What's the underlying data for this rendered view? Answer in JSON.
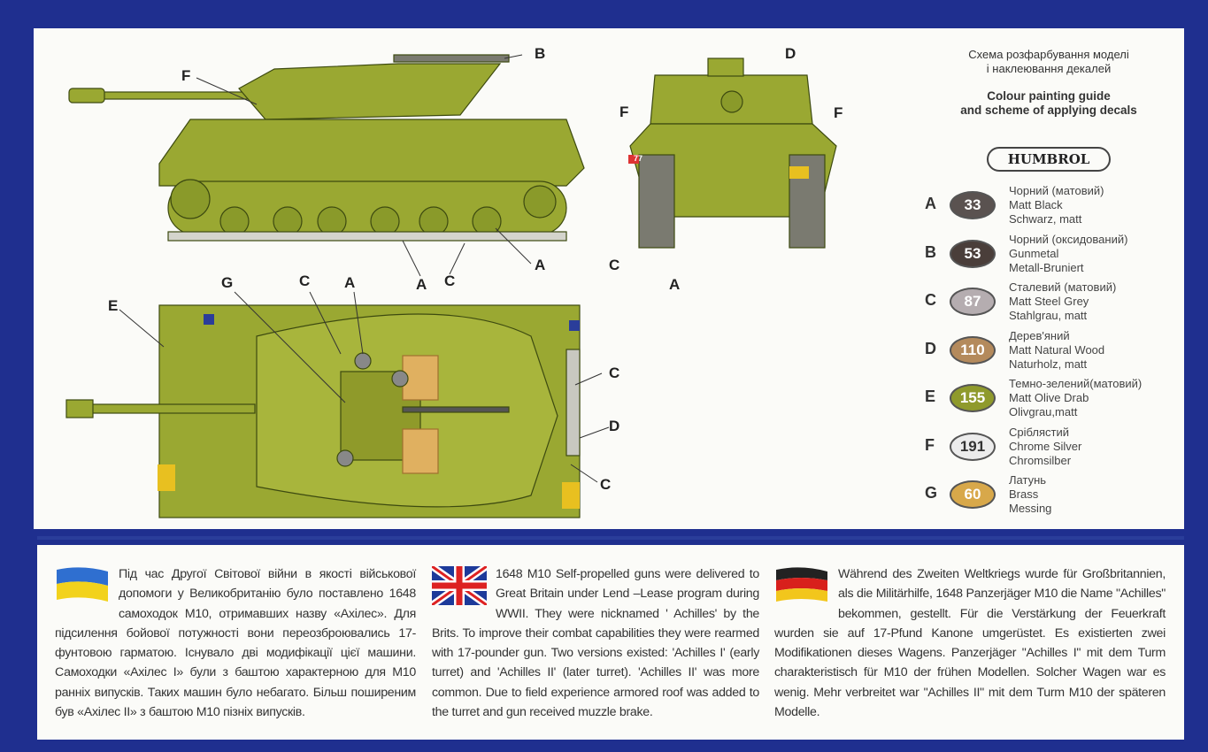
{
  "header": {
    "title_ua_1": "Схема розфарбування моделі",
    "title_ua_2": "і наклеювання декалей",
    "title_en_1": "Colour painting guide",
    "title_en_2": "and scheme of applying decals",
    "brand": "HUMBROL"
  },
  "paints": [
    {
      "letter": "A",
      "code": "33",
      "ua": "Чорний (матовий)",
      "en": "Matt Black",
      "de": "Schwarz, matt",
      "color": "#5a5250"
    },
    {
      "letter": "B",
      "code": "53",
      "ua": "Чорний (оксидований)",
      "en": "Gunmetal",
      "de": "Metall-Bruniert",
      "color": "#4a3e3a"
    },
    {
      "letter": "C",
      "code": "87",
      "ua": "Сталевий (матовий)",
      "en": "Matt Steel Grey",
      "de": "Stahlgrau, matt",
      "color": "#b5adb0"
    },
    {
      "letter": "D",
      "code": "110",
      "ua": "Дерев'яний",
      "en": "Matt Natural Wood",
      "de": "Naturholz, matt",
      "color": "#b48a5c"
    },
    {
      "letter": "E",
      "code": "155",
      "ua": "Темно-зелений(матовий)",
      "en": "Matt Olive Drab",
      "de": "Olivgrau,matt",
      "color": "#8f9a2c"
    },
    {
      "letter": "F",
      "code": "191",
      "ua": "Сріблястий",
      "en": "Chrome Silver",
      "de": "Chromsilber",
      "color": "#ececec"
    },
    {
      "letter": "G",
      "code": "60",
      "ua": "Латунь",
      "en": "Brass",
      "de": "Messing",
      "color": "#d8a84a"
    }
  ],
  "callouts": {
    "side": [
      "F",
      "B",
      "A",
      "A",
      "C"
    ],
    "front": [
      "D",
      "F",
      "F",
      "C",
      "A"
    ],
    "top": [
      "E",
      "G",
      "C",
      "A",
      "C",
      "D",
      "C"
    ]
  },
  "decals": {
    "number": "77"
  },
  "texts": {
    "ua": "Під час Другої Світової війни в якості військової допомоги у Великобританію було поставлено 1648 самоходок М10, отримавших назву «Ахілес». Для підсилення бойової потужності вони переозброювались 17-фунтовою гарматою. Існувало дві модифікації цієї машини. Самоходки «Ахілес І» були з баштою характерною для М10 ранніх випусків. Таких машин було небагато. Більш поширеним був «Ахілес ІІ» з баштою М10 пізніх випусків.",
    "en": "1648 M10 Self-propelled guns were delivered to Great Britain under Lend –Lease program during WWII. They were nicknamed ' Achilles' by the Brits. To improve their combat capabilities they were rearmed with 17-pounder gun. Two versions existed: 'Achilles I' (early turret) and 'Achilles II' (later turret). 'Achilles II' was more common. Due to field experience armored roof was added to the turret and gun received muzzle brake.",
    "de": "Während des Zweiten Weltkriegs wurde für Großbritannien, als die Militärhilfe, 1648 Panzerjäger M10 die Name \"Achilles\" bekommen, gestellt. Für die Verstärkung der Feuerkraft wurden sie auf 17-Pfund Kanone umgerüstet. Es existierten zwei Modifikationen dieses Wagens. Panzerjäger \"Achilles I\" mit dem Turm charakteristisch für M10 der frühen Modellen. Solcher Wagen war es wenig. Mehr verbreitet war \"Achilles II\" mit dem Turm M10 der späteren Modelle."
  }
}
